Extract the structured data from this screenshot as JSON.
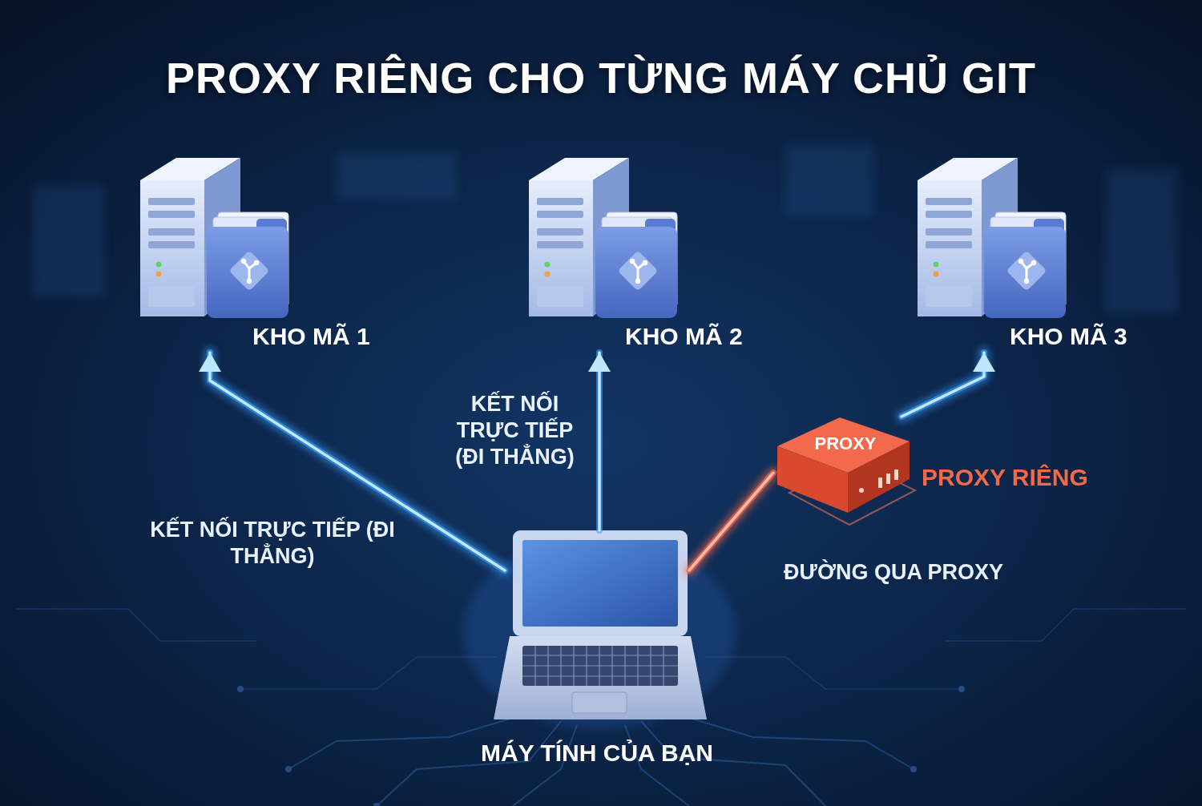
{
  "diagram": {
    "title": "PROXY RIÊNG CHO TỪNG MÁY CHỦ GIT",
    "nodes": [
      {
        "text": [
          "KHO MÃ 1"
        ]
      },
      {
        "text": [
          "KHO MÃ 2"
        ]
      },
      {
        "text": [
          "KHO MÃ 3"
        ]
      },
      {
        "text": [
          "PROXY",
          "PROXY RIÊNG"
        ]
      },
      {
        "text": [
          "MÁY TÍNH CỦA BẠN"
        ]
      }
    ],
    "edges": [
      {
        "from": 4,
        "to": 0,
        "arrow": "to",
        "label": "KẾT NỐI TRỰC TIẾP (ĐI THẲNG)"
      },
      {
        "from": 4,
        "to": 1,
        "arrow": "to",
        "label": "KẾT NỐI TRỰC TIẾP (ĐI THẲNG)"
      },
      {
        "from": 4,
        "to": 3,
        "arrow": "none",
        "label": "ĐƯỜNG QUA PROXY"
      },
      {
        "from": 3,
        "to": 2,
        "arrow": "to"
      }
    ]
  }
}
